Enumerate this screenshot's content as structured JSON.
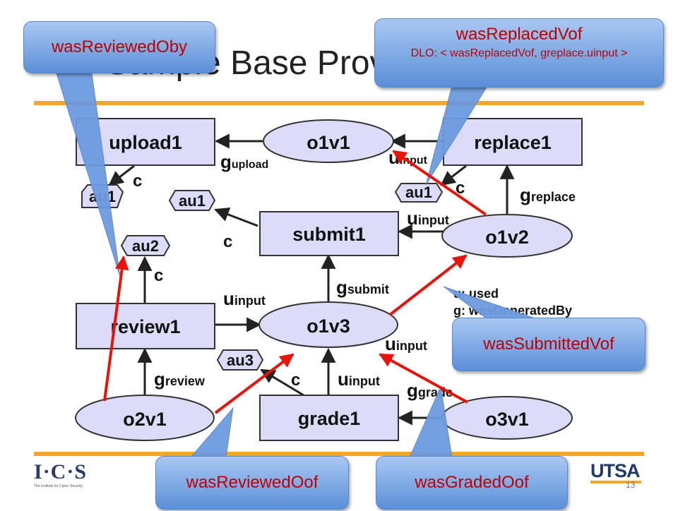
{
  "slide": {
    "title": "Sample Base Provenance",
    "page_number": "13",
    "logo_left": "I·C·S",
    "logo_left_sub": "The Institute for Cyber Security",
    "logo_right": "UTSA"
  },
  "nodes": {
    "upload1": "upload1",
    "o1v1": "o1v1",
    "replace1": "replace1",
    "au1_left": "au1",
    "au1_mid": "au1",
    "au1_right": "au1",
    "submit1": "submit1",
    "o1v2": "o1v2",
    "au2": "au2",
    "review1": "review1",
    "o1v3": "o1v3",
    "au3": "au3",
    "o2v1": "o2v1",
    "grade1": "grade1",
    "o3v1": "o3v1"
  },
  "edge_labels": {
    "g": "g",
    "u": "u",
    "c": "c",
    "upload_sub": "upload",
    "replace_sub": "replace",
    "submit_sub": "submit",
    "review_sub": "review",
    "grade_sub": "grade",
    "input_sub": "input"
  },
  "legend": {
    "line1": "u: used",
    "line2": "g: wasGeneratedBy"
  },
  "callouts": {
    "reviewedOby": "wasReviewedOby",
    "replacedVof": "wasReplacedVof",
    "replacedVof_dl": "DLO: < wasReplacedVof, greplace.uinput >",
    "submittedVof": "wasSubmittedVof",
    "reviewedOof": "wasReviewedOof",
    "gradedOof": "wasGradedOof"
  },
  "colors": {
    "node_fill": "#dddcf8",
    "edge": "#222222",
    "red_arrow": "#e8140c",
    "accent_rule": "#f5a623"
  }
}
